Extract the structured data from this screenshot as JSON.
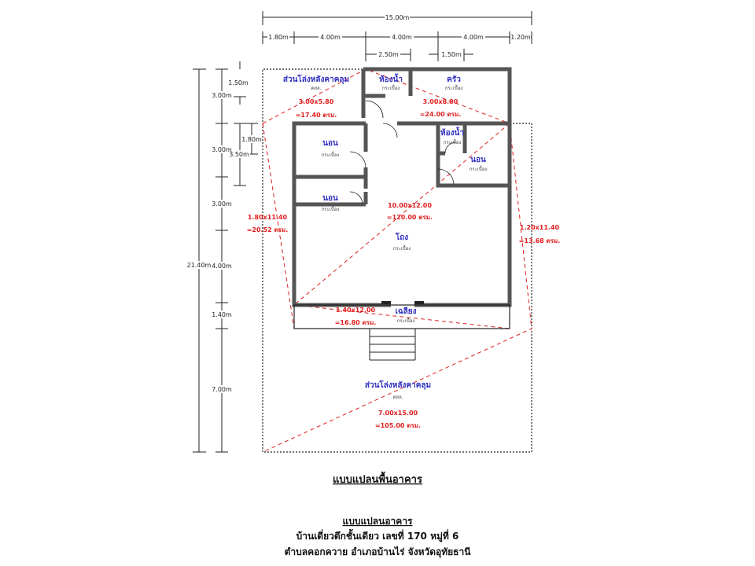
{
  "dimensions": {
    "total_width": "15.00m",
    "row2": [
      "1.80m",
      "4.00m",
      "4.00m",
      "4.00m",
      "1.20m"
    ],
    "row3": [
      "2.50m",
      "1.50m"
    ],
    "total_depth": "21.40m",
    "left": [
      "3.00m",
      "3.00m",
      "3.00m",
      "4.00m",
      "1.40m",
      "7.00m"
    ],
    "left2": [
      "1.50m",
      "3.50m",
      "1.80m"
    ]
  },
  "rooms": {
    "open_back": {
      "name": "ส่วนโล่งหลังคาคลุม",
      "floor": "คสล.",
      "size": "3.00x5.80",
      "area": "=17.40 ตรม."
    },
    "bath1": {
      "name": "ห้องน้ำ",
      "floor": "กระเบื้อง"
    },
    "kitchen": {
      "name": "ครัว",
      "floor": "กระเบื้อง",
      "size": "3.00x8.00",
      "area": "=24.00 ตรม."
    },
    "bed1": {
      "name": "นอน",
      "floor": "กระเบื้อง"
    },
    "bed2": {
      "name": "นอน",
      "floor": "กระเบื้อง"
    },
    "bath2": {
      "name": "ห้องน้ำ",
      "floor": "กระเบื้อง"
    },
    "bed3": {
      "name": "นอน",
      "floor": "กระเบื้อง"
    },
    "hall": {
      "name": "โถง",
      "floor": "กระเบื้อง",
      "size": "10.00x12.00",
      "area": "=120.00 ตรม."
    },
    "porch": {
      "name": "เฉลียง",
      "floor": "กระเบื้อง",
      "size": "1.40x12.00",
      "area": "=16.80 ตรม."
    },
    "left_strip": {
      "size": "1.80x11.40",
      "area": "=20.52 ตรม."
    },
    "right_strip": {
      "size": "1.20x11.40",
      "area": "=13.68 ตรม."
    },
    "open_front": {
      "name": "ส่วนโล่งหลังคาคลุม",
      "floor": "คสล.",
      "size": "7.00x15.00",
      "area": "=105.00 ตรม."
    }
  },
  "title": "แบบแปลนพื้นอาคาร",
  "caption": {
    "heading": "แบบแปลนอาคาร",
    "line1": "บ้านเดี่ยวตึกชั้นเดียว เลขที่ 170 หมู่ที่ 6",
    "line2": "ตำบลคอกควาย อำเภอบ้านไร่ จังหวัดอุทัยธานี"
  }
}
